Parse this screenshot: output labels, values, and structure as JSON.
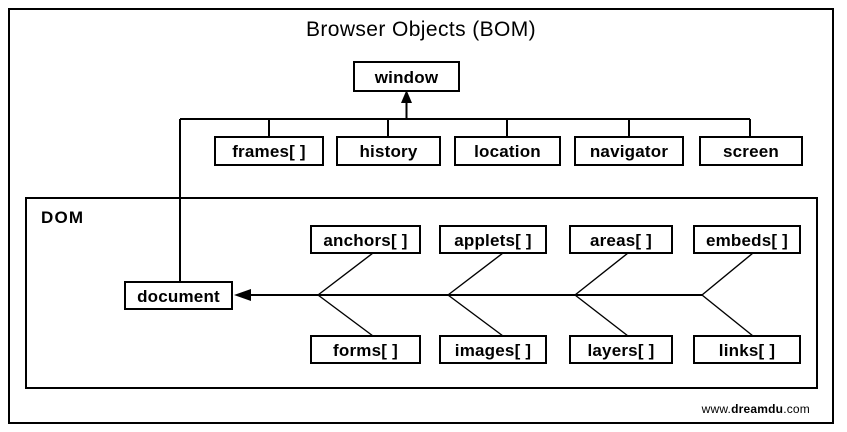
{
  "diagram": {
    "title": "Browser Objects (BOM)",
    "root_node": {
      "label": "window"
    },
    "bom_children": [
      {
        "label": "frames[ ]"
      },
      {
        "label": "history"
      },
      {
        "label": "location"
      },
      {
        "label": "navigator"
      },
      {
        "label": "screen"
      }
    ],
    "dom_group": {
      "label": "DOM",
      "central_node": {
        "label": "document"
      },
      "top_children": [
        {
          "label": "anchors[ ]"
        },
        {
          "label": "applets[ ]"
        },
        {
          "label": "areas[ ]"
        },
        {
          "label": "embeds[ ]"
        }
      ],
      "bottom_children": [
        {
          "label": "forms[ ]"
        },
        {
          "label": "images[ ]"
        },
        {
          "label": "layers[ ]"
        },
        {
          "label": "links[ ]"
        }
      ]
    },
    "watermark": {
      "prefix": "www.",
      "brand": "dreamdu",
      "suffix": ".com"
    },
    "colors": {
      "stroke": "#000000",
      "background": "#ffffff",
      "text": "#000000"
    }
  }
}
